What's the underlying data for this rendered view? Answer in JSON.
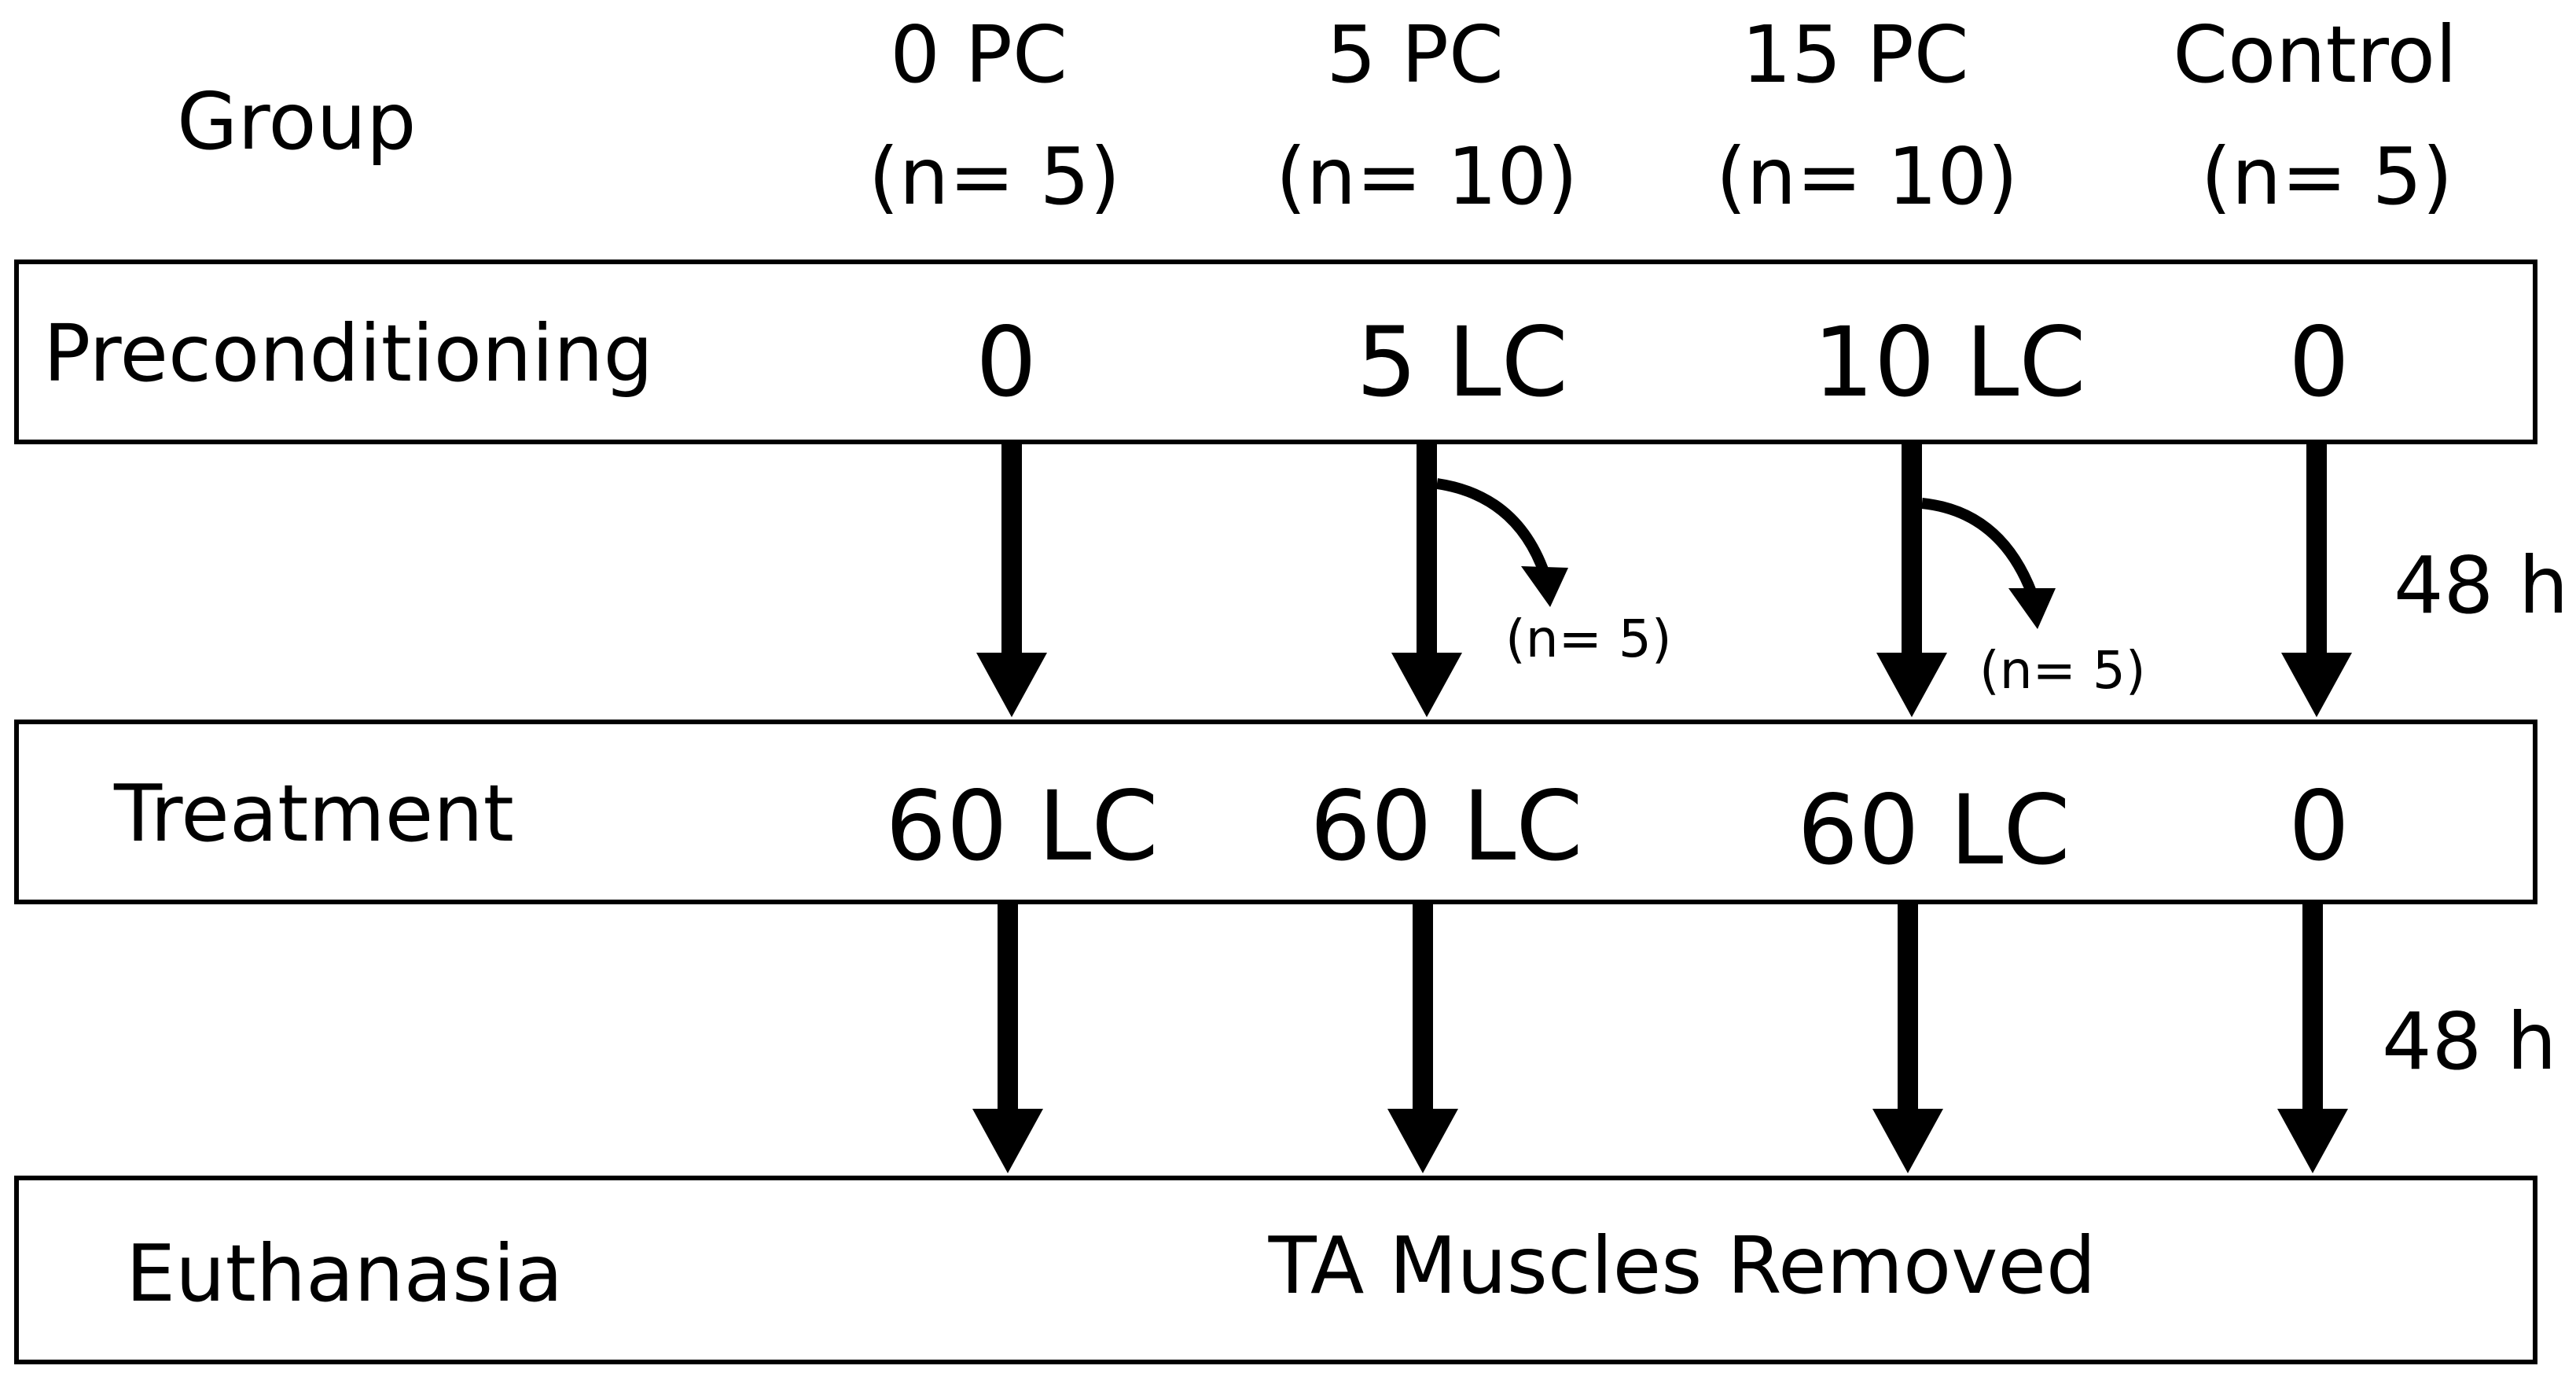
{
  "header": {
    "group_label": "Group",
    "groups": [
      {
        "name": "0 PC",
        "n": "(n= 5)"
      },
      {
        "name": "5 PC",
        "n": "(n= 10)"
      },
      {
        "name": "15 PC",
        "n": "(n= 10)"
      },
      {
        "name": "Control",
        "n": "(n= 5)"
      }
    ]
  },
  "rows": {
    "preconditioning": {
      "label": "Preconditioning",
      "values": [
        "0",
        "5 LC",
        "10 LC",
        "0"
      ]
    },
    "treatment": {
      "label": "Treatment",
      "values": [
        "60 LC",
        "60 LC",
        "60 LC",
        "0"
      ]
    },
    "euthanasia": {
      "label": "Euthanasia",
      "text": "TA Muscles Removed"
    }
  },
  "side_arrows": {
    "n_labels": [
      "(n= 5)",
      "(n= 5)"
    ]
  },
  "intervals": [
    "48 h",
    "48 h"
  ]
}
